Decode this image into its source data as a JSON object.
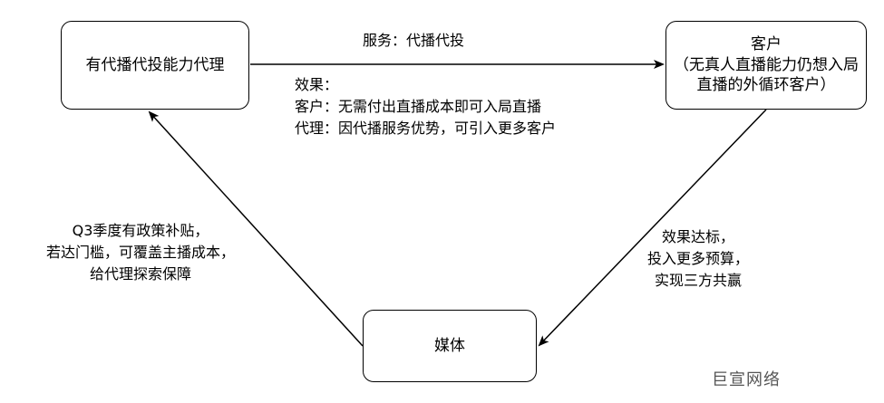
{
  "nodes": {
    "agent": "有代播代投能力代理",
    "client": "客户\n（无真人直播能力仍想入局直播的外循环客户）",
    "media": "媒体"
  },
  "edges": {
    "agent_to_client": "服务：代播代投",
    "effect": "效果：\n客户：无需付出直播成本即可入局直播\n代理：因代播服务优势，可引入更多客户",
    "client_to_media": "效果达标，\n投入更多预算，\n实现三方共赢",
    "media_to_agent": "Q3季度有政策补贴，\n若达门槛，可覆盖主播成本，\n给代理探索保障"
  },
  "watermark": "巨宣网络"
}
